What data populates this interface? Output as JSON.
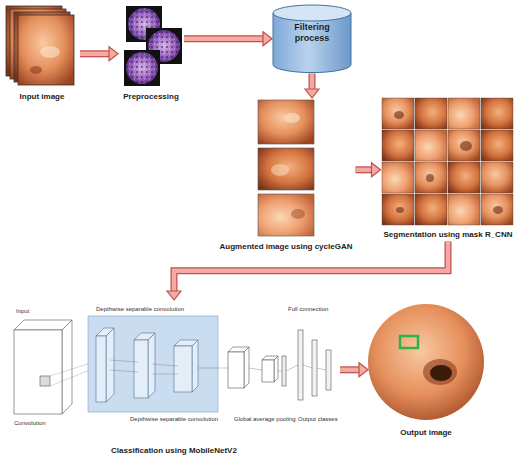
{
  "diagram": {
    "nodes": [
      {
        "text": [
          "Input image"
        ]
      },
      {
        "text": [
          "Preprocessing"
        ]
      },
      {
        "text": [
          "Filtering process"
        ]
      },
      {
        "text": [
          "Augmented image using cycleGAN"
        ]
      },
      {
        "text": [
          "Segmentation using mask R_CNN"
        ]
      },
      {
        "text": [
          "Classification using MobileNetV2"
        ]
      },
      {
        "text": [
          "Output image"
        ]
      }
    ],
    "edges": [
      {
        "from": 0,
        "to": 1,
        "arrow": "to"
      },
      {
        "from": 1,
        "to": 2,
        "arrow": "to"
      },
      {
        "from": 2,
        "to": 3,
        "arrow": "to"
      },
      {
        "from": 3,
        "to": 4,
        "arrow": "to"
      },
      {
        "from": 4,
        "to": 5,
        "arrow": "to"
      },
      {
        "from": 5,
        "to": 6,
        "arrow": "to"
      }
    ],
    "labels": [
      "Input",
      "Depthwise separable convolution",
      "Convolution",
      "Depthwise separable convolution",
      "Global average pooling",
      "Full connection",
      "Output classes"
    ]
  }
}
